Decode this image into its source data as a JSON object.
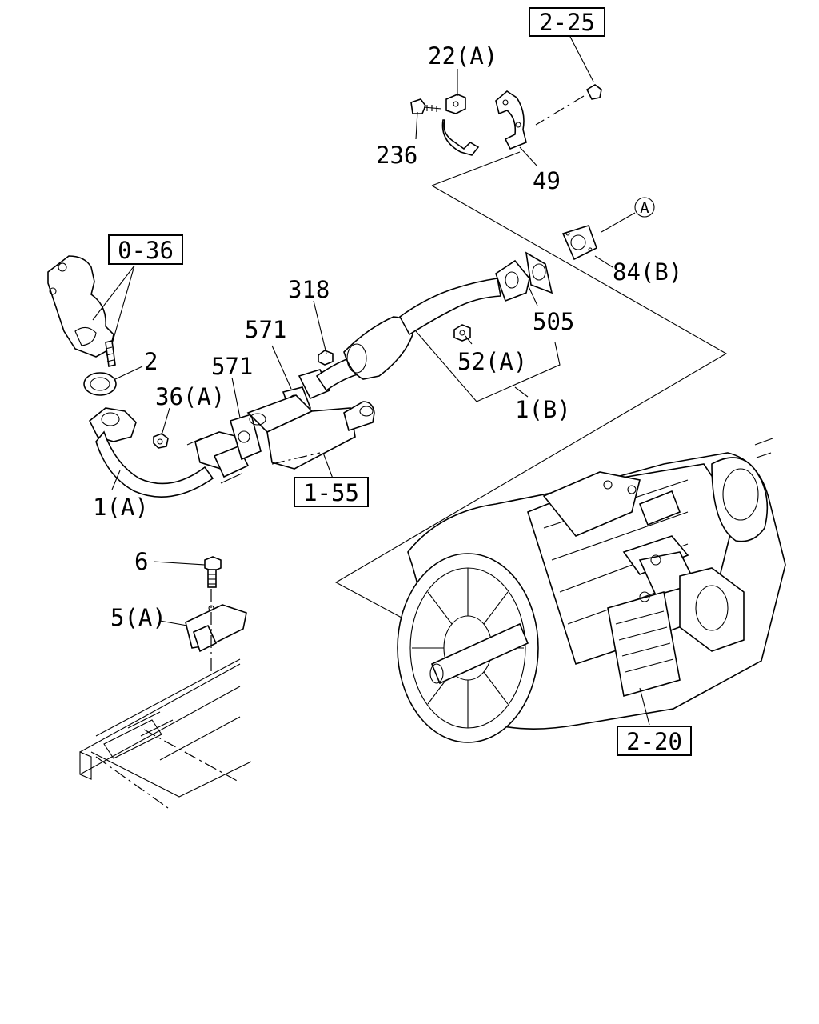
{
  "diagram": {
    "ref_boxes": {
      "ref_2_25": "2-25",
      "ref_0_36": "0-36",
      "ref_1_55": "1-55",
      "ref_2_20": "2-20"
    },
    "callouts": {
      "c_22a": "22(A)",
      "c_236": "236",
      "c_49": "49",
      "c_circle_a": "A",
      "c_84b": "84(B)",
      "c_318": "318",
      "c_571_upper": "571",
      "c_571_lower": "571",
      "c_505": "505",
      "c_52a": "52(A)",
      "c_1b": "1(B)",
      "c_2": "2",
      "c_36a": "36(A)",
      "c_1a": "1(A)",
      "c_6": "6",
      "c_5a": "5(A)"
    }
  }
}
